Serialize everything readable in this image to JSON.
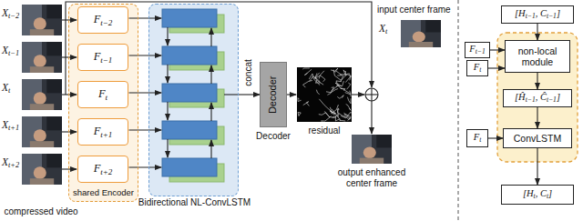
{
  "diagram": {
    "nodes": [
      {
        "text": [
          "shared Encoder"
        ]
      },
      {
        "text": [
          "Ft−2"
        ],
        "in": 0
      },
      {
        "text": [
          "Ft−1"
        ],
        "in": 0
      },
      {
        "text": [
          "Ft"
        ],
        "in": 0
      },
      {
        "text": [
          "Ft+1"
        ],
        "in": 0
      },
      {
        "text": [
          "Ft+2"
        ],
        "in": 0
      },
      {
        "text": [
          "Bidirectional NL-ConvLSTM"
        ]
      },
      {
        "text": [
          "Decoder"
        ]
      },
      {
        "text": [
          "[Ht−1, Ct−1]"
        ]
      },
      {
        "text": [
          "Ft−1"
        ]
      },
      {
        "text": [
          "Ft"
        ]
      },
      {
        "text": [
          "non-local module"
        ]
      },
      {
        "text": [
          "[Ĥt−1, Ĉt−1]"
        ]
      },
      {
        "text": [
          "Ft"
        ]
      },
      {
        "text": [
          "ConvLSTM"
        ]
      },
      {
        "text": [
          "[Ht, Ct]"
        ]
      }
    ],
    "edges": [
      {
        "from": 6,
        "to": 7,
        "arrow": "to"
      },
      {
        "from": 8,
        "to": 11,
        "arrow": "to"
      },
      {
        "from": 9,
        "to": 11,
        "arrow": "to"
      },
      {
        "from": 10,
        "to": 11,
        "arrow": "to"
      },
      {
        "from": 11,
        "to": 12,
        "arrow": "to"
      },
      {
        "from": 12,
        "to": 14,
        "arrow": "to"
      },
      {
        "from": 13,
        "to": 14,
        "arrow": "to"
      },
      {
        "from": 14,
        "to": 15,
        "arrow": "to"
      }
    ],
    "labels": [
      "Xt−2",
      "Xt−1",
      "Xt",
      "Xt+1",
      "Xt+2",
      "compressed video",
      "concat",
      "Decoder",
      "residual",
      "input center frame",
      "Xt",
      "output enhanced center frame"
    ]
  }
}
